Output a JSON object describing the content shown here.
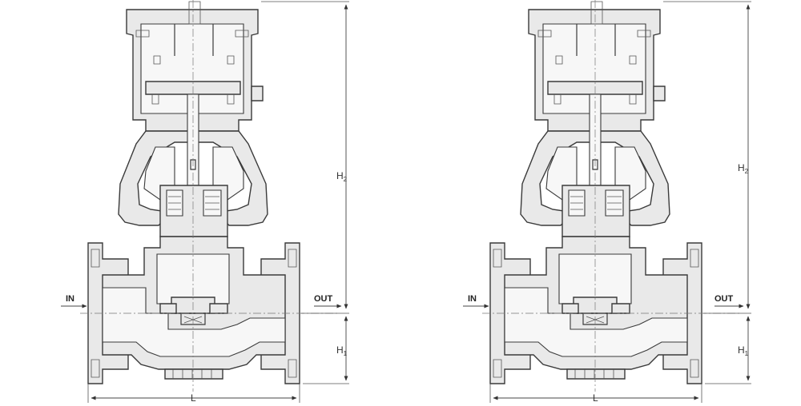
{
  "diagrams": [
    {
      "inlet_label": "IN",
      "outlet_label": "OUT",
      "dim_h2_main": "H",
      "dim_h2_sub": "2",
      "dim_h1_main": "H",
      "dim_h1_sub": "1",
      "dim_l": "L"
    },
    {
      "inlet_label": "IN",
      "outlet_label": "OUT",
      "dim_h2_main": "H",
      "dim_h2_sub": "2",
      "dim_h1_main": "H",
      "dim_h1_sub": "1",
      "dim_l": "L"
    }
  ],
  "colors": {
    "metal": "#e9e9e9",
    "cavity": "#f7f7f7",
    "outline": "#3a3a3a"
  }
}
